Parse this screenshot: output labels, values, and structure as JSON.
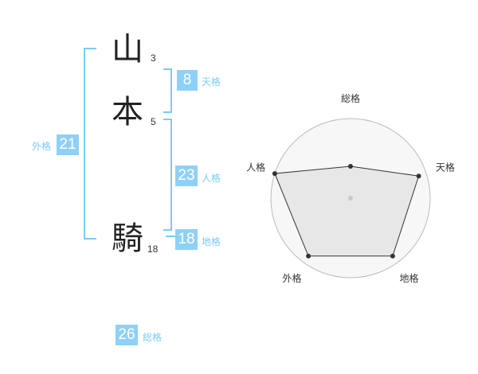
{
  "name": {
    "chars": [
      {
        "char": "山",
        "strokes": "3"
      },
      {
        "char": "本",
        "strokes": "5"
      },
      {
        "char": "騎",
        "strokes": "18"
      }
    ]
  },
  "kaku": {
    "tenkaku": {
      "value": "8",
      "label": "天格"
    },
    "jinkaku": {
      "value": "23",
      "label": "人格"
    },
    "chikaku": {
      "value": "18",
      "label": "地格"
    },
    "gaikaku": {
      "value": "21",
      "label": "外格"
    },
    "soukaku": {
      "value": "26",
      "label": "総格"
    }
  },
  "colors": {
    "accent": "#8fd0f6",
    "line": "#7ccbf5"
  },
  "chart_data": {
    "type": "radar",
    "axes": [
      "総格",
      "天格",
      "地格",
      "外格",
      "人格"
    ],
    "values": [
      0.4,
      0.9,
      0.9,
      0.9,
      1.0
    ],
    "rmax": 1.0,
    "rings": 4,
    "grid": true
  }
}
